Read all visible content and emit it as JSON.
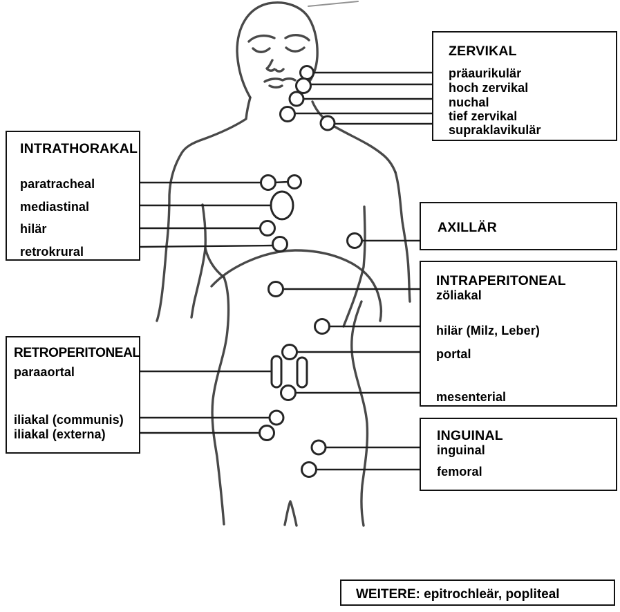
{
  "figure": {
    "colors": {
      "background": "#ffffff",
      "text": "#000000",
      "border": "#111111",
      "sketch": "#3a3a3a",
      "connector": "#1c1c1c"
    },
    "regions": {
      "zervikal": {
        "title": "ZERVIKAL",
        "items": [
          "präaurikulär",
          "hoch zervikal",
          "nuchal",
          "tief zervikal",
          "supraklavikulär"
        ]
      },
      "intrathorakal": {
        "title": "INTRATHORAKAL",
        "items": [
          "paratracheal",
          "mediastinal",
          "hilär",
          "retrokrural"
        ]
      },
      "axillaer": {
        "title": "AXILLÄR"
      },
      "intraperitoneal": {
        "title": "INTRAPERITONEAL",
        "items": [
          "zöliakal",
          "hilär (Milz, Leber)",
          "portal",
          "mesenterial"
        ]
      },
      "retroperitoneal": {
        "title": "RETROPERITONEAL",
        "items": [
          "paraaortal",
          "iliakal (communis)",
          "iliakal (externa)"
        ]
      },
      "inguinal": {
        "title": "INGUINAL",
        "items": [
          "inguinal",
          "femoral"
        ]
      },
      "weitere": {
        "label": "WEITERE:",
        "value": "epitrochleär, popliteal"
      }
    }
  }
}
